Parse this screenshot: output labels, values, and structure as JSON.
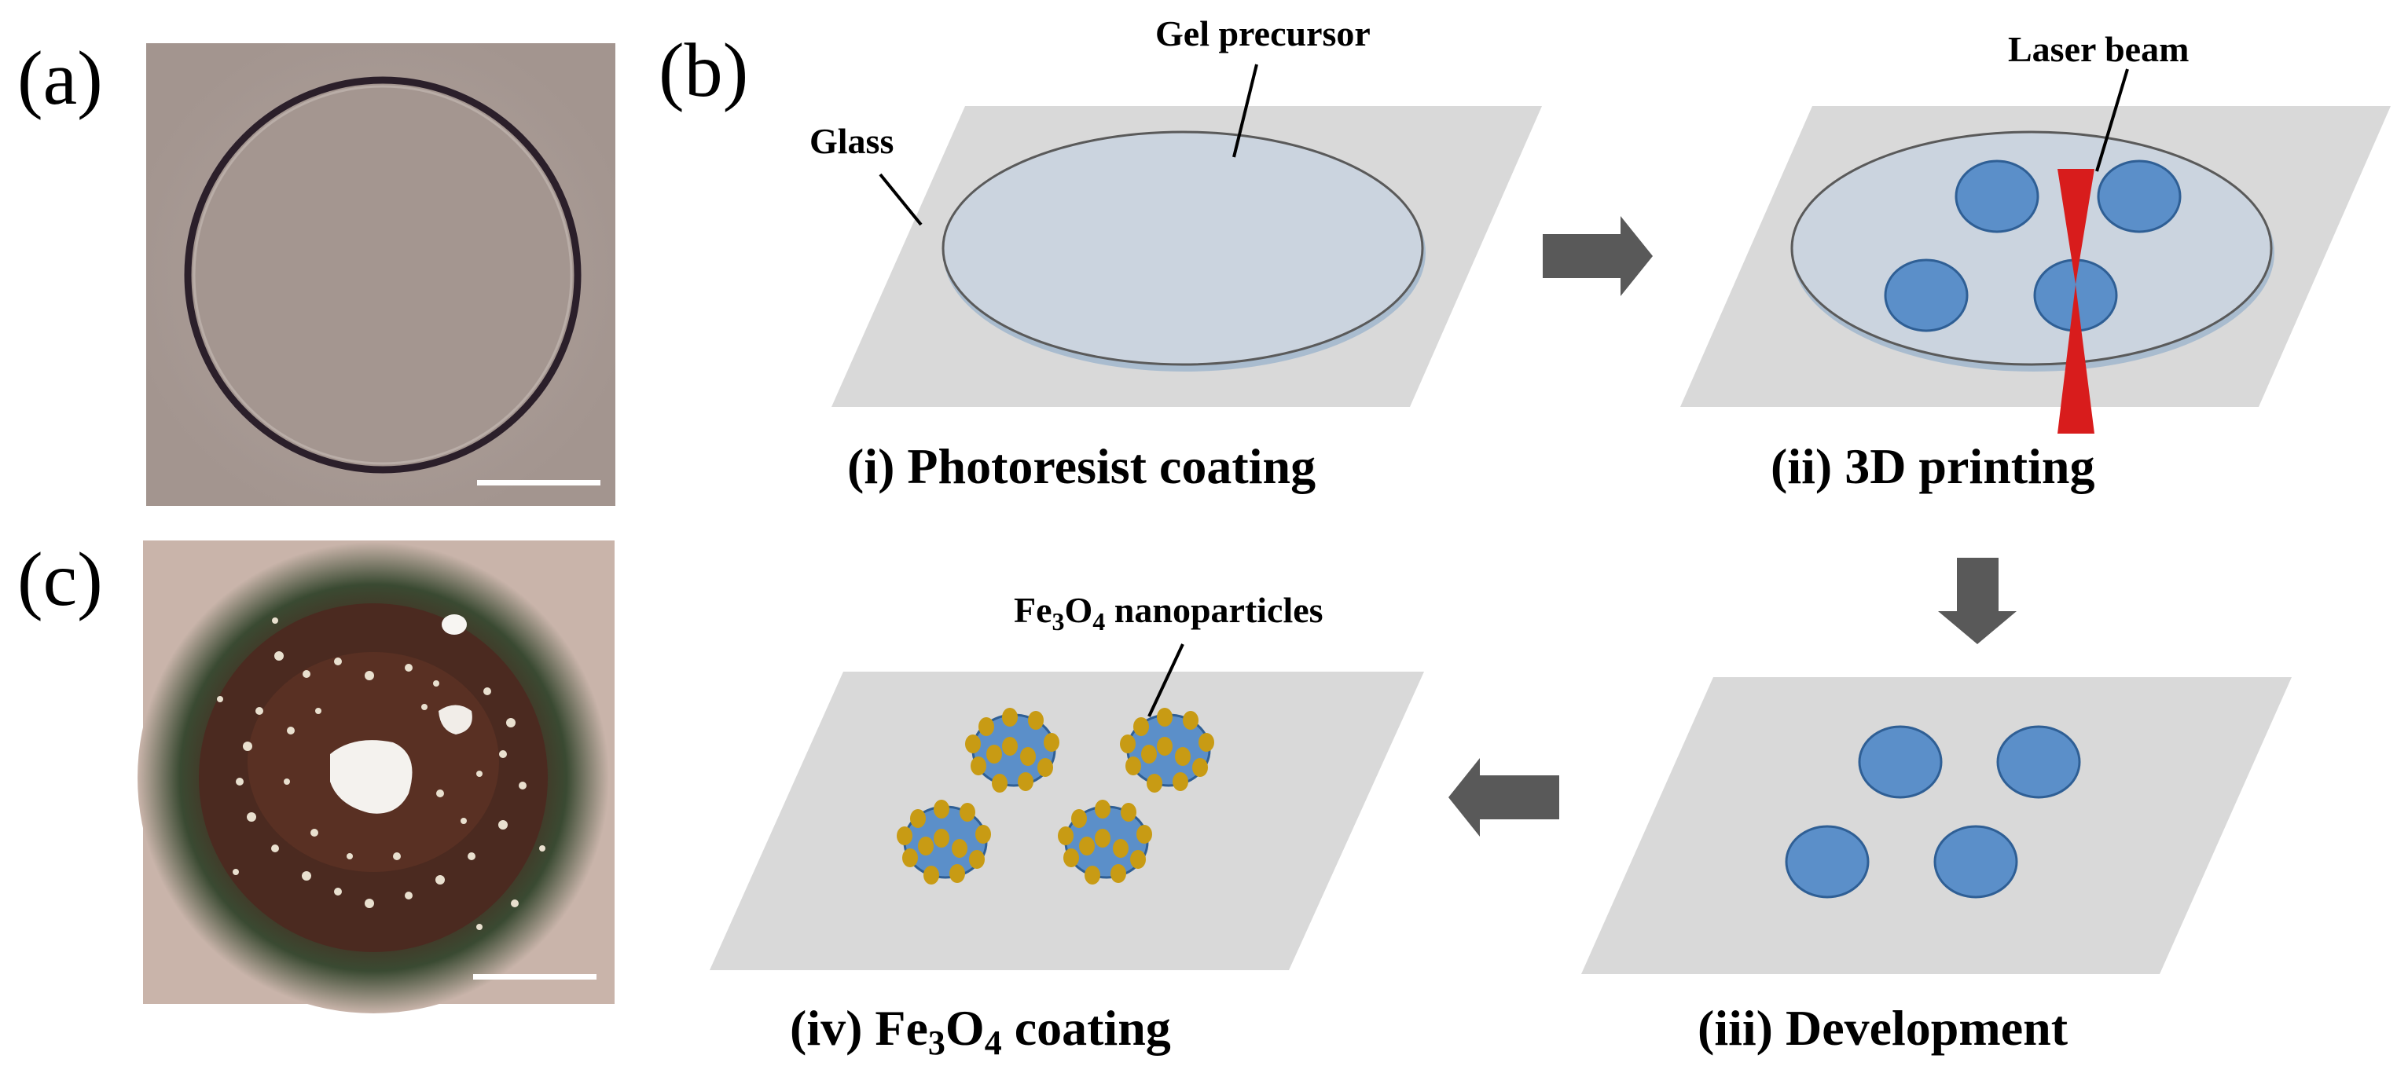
{
  "panels": {
    "a": {
      "label": "(a)"
    },
    "b": {
      "label": "(b)"
    },
    "c": {
      "label": "(c)"
    }
  },
  "annotations": {
    "glass": "Glass",
    "gel_precursor": "Gel precursor",
    "laser_beam": "Laser beam",
    "nanoparticles_prefix": "Fe",
    "nanoparticles_sub1": "3",
    "nanoparticles_mid": "O",
    "nanoparticles_sub2": "4",
    "nanoparticles_suffix": " nanoparticles"
  },
  "steps": {
    "step1": "(i) Photoresist coating",
    "step2": "(ii) 3D printing",
    "step3": "(iii) Development",
    "step4_prefix": "(iv) Fe",
    "step4_sub1": "3",
    "step4_mid": "O",
    "step4_sub2": "4",
    "step4_suffix": " coating"
  },
  "colors": {
    "glass_fill": "#d9d9d9",
    "gel_fill": "#c9d3df",
    "sphere_blue": "#5b8fc9",
    "sphere_dark": "#2f5f95",
    "laser_red": "#d81c1c",
    "nanoparticle_gold": "#c89b14",
    "arrow_gray": "#595959",
    "micro_a_bg": "#a99a94",
    "micro_c_bg": "#c9b4aa"
  }
}
